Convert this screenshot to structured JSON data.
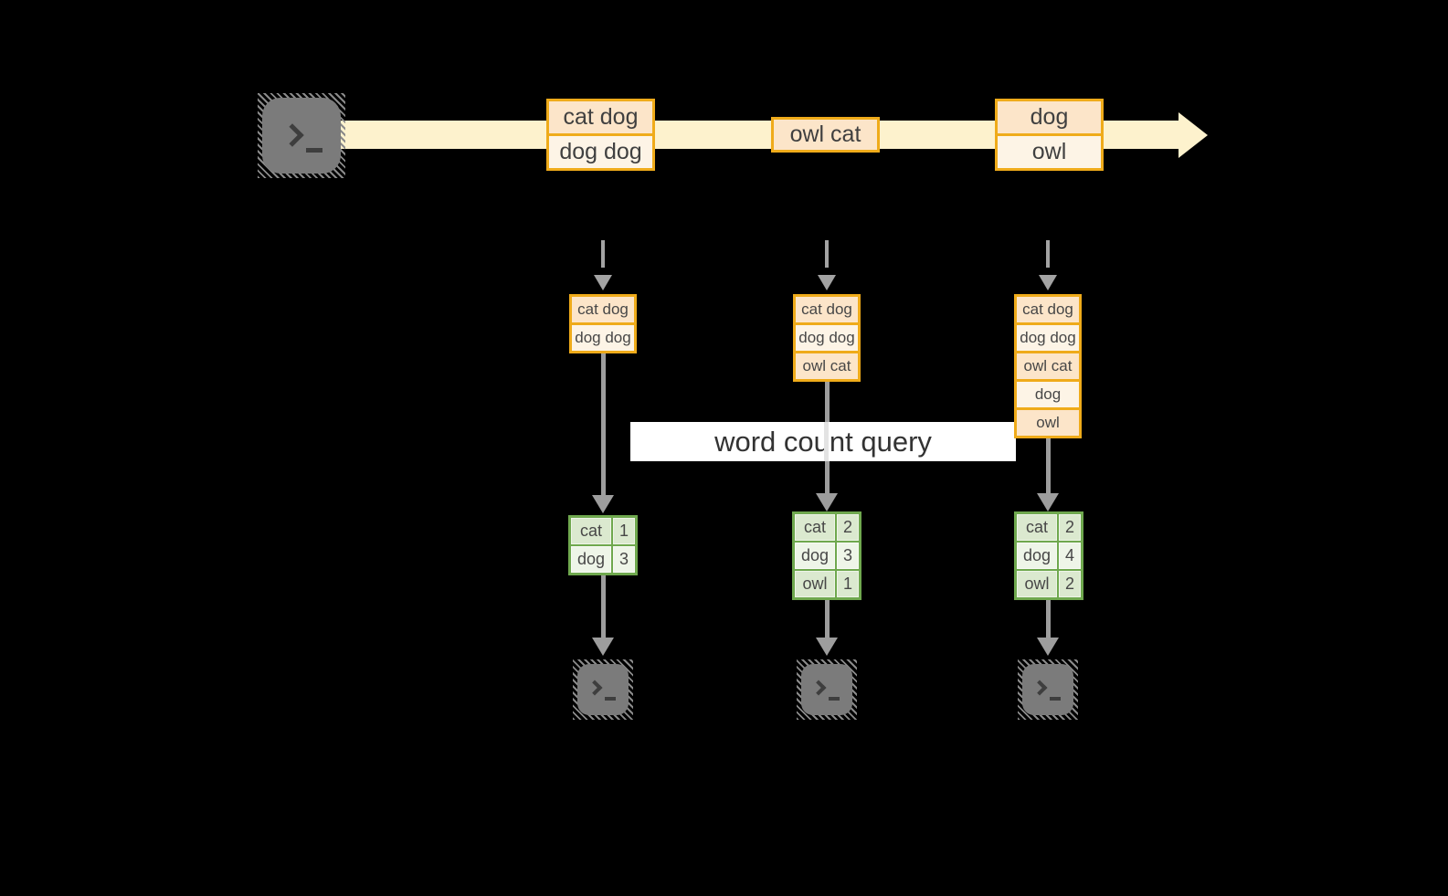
{
  "title_banner": {
    "label": "word count query"
  },
  "stream": {
    "source_icon": "terminal-icon",
    "boxes": [
      {
        "rows": [
          "cat dog",
          "dog dog"
        ]
      },
      {
        "rows": [
          "owl cat"
        ]
      },
      {
        "rows": [
          "dog",
          "owl"
        ]
      }
    ]
  },
  "columns": [
    {
      "buffer": [
        "cat dog",
        "dog dog"
      ],
      "counts": [
        {
          "word": "cat",
          "count": "1"
        },
        {
          "word": "dog",
          "count": "3"
        }
      ],
      "sink_icon": "terminal-icon"
    },
    {
      "buffer": [
        "cat dog",
        "dog dog",
        "owl cat"
      ],
      "counts": [
        {
          "word": "cat",
          "count": "2"
        },
        {
          "word": "dog",
          "count": "3"
        },
        {
          "word": "owl",
          "count": "1"
        }
      ],
      "sink_icon": "terminal-icon"
    },
    {
      "buffer": [
        "cat dog",
        "dog dog",
        "owl cat",
        "dog",
        "owl"
      ],
      "counts": [
        {
          "word": "cat",
          "count": "2"
        },
        {
          "word": "dog",
          "count": "4"
        },
        {
          "word": "owl",
          "count": "2"
        }
      ],
      "sink_icon": "terminal-icon"
    }
  ],
  "palette": {
    "background": "#000000",
    "stream_band": "#fdf2cd",
    "record_border": "#efab1a",
    "record_fill_dark": "#fce5c9",
    "record_fill_light": "#fdf4e6",
    "table_border": "#6fa84e",
    "table_fill_dark": "#dbe9cf",
    "table_fill_light": "#eef5e8",
    "arrow_gray": "#9d9d9d",
    "terminal_gray": "#7b7b7b",
    "text": "#404040",
    "banner_bg": "#ffffff"
  }
}
